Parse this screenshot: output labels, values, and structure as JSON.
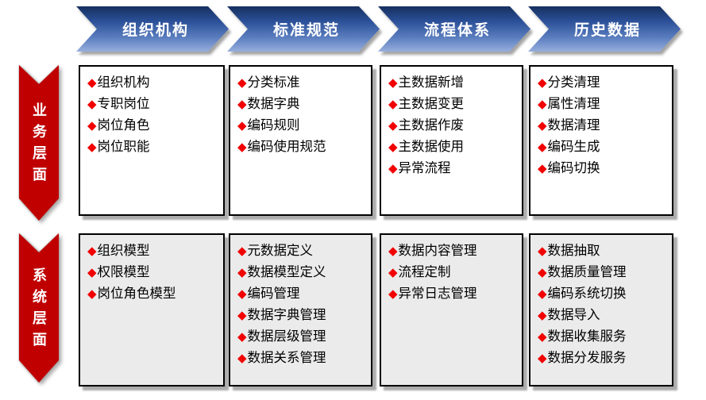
{
  "bullet_glyph": "◆",
  "colors": {
    "phase_gradient_top": "#16305E",
    "phase_gradient_bottom": "#97AEDD",
    "ribbon_red": "#C00000",
    "bullet_red": "#F20000",
    "system_box_gray": "#EBEBEB",
    "box_border": "#000000",
    "label_text": "#FFFFFF"
  },
  "phases": [
    {
      "label": "组织机构"
    },
    {
      "label": "标准规范"
    },
    {
      "label": "流程体系"
    },
    {
      "label": "历史数据"
    }
  ],
  "layers": [
    {
      "label": "业务层面",
      "columns": [
        {
          "items": [
            "组织机构",
            "专职岗位",
            "岗位角色",
            "岗位职能"
          ]
        },
        {
          "items": [
            "分类标准",
            "数据字典",
            "编码规则",
            "编码使用规范"
          ]
        },
        {
          "items": [
            "主数据新增",
            "主数据变更",
            "主数据作废",
            "主数据使用",
            "异常流程"
          ]
        },
        {
          "items": [
            "分类清理",
            "属性清理",
            "数据清理",
            "编码生成",
            "编码切换"
          ]
        }
      ]
    },
    {
      "label": "系统层面",
      "columns": [
        {
          "items": [
            "组织模型",
            "权限模型",
            "岗位角色模型"
          ]
        },
        {
          "items": [
            "元数据定义",
            "数据模型定义",
            "编码管理",
            "数据字典管理",
            "数据层级管理",
            "数据关系管理"
          ]
        },
        {
          "items": [
            "数据内容管理",
            "流程定制",
            "异常日志管理"
          ]
        },
        {
          "items": [
            "数据抽取",
            "数据质量管理",
            "编码系统切换",
            "数据导入",
            "数据收集服务",
            "数据分发服务"
          ]
        }
      ]
    }
  ]
}
